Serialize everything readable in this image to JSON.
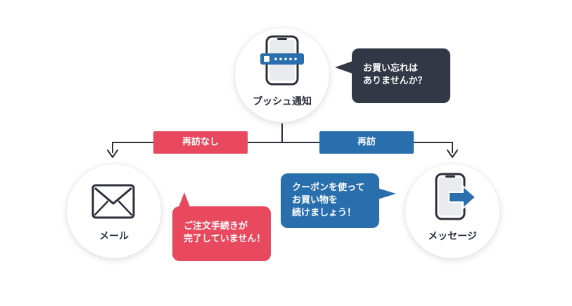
{
  "nodes": {
    "push": {
      "label": "プッシュ通知"
    },
    "mail": {
      "label": "メール"
    },
    "message": {
      "label": "メッセージ"
    }
  },
  "tags": {
    "no_revisit": "再訪なし",
    "revisit": "再訪"
  },
  "bubbles": {
    "push": [
      "お買い忘れは",
      "ありませんか？"
    ],
    "mail": [
      "ご注文手続きが",
      "完了していません！"
    ],
    "message": [
      "クーポンを使って",
      "お買い物を",
      "続けましょう！"
    ]
  },
  "colors": {
    "dark": "#323846",
    "red": "#e8495f",
    "blue": "#2a6fad",
    "line": "#2b2f3a"
  },
  "icons": {
    "push": "smartphone-notification-icon",
    "mail": "envelope-icon",
    "message": "smartphone-arrow-icon"
  }
}
